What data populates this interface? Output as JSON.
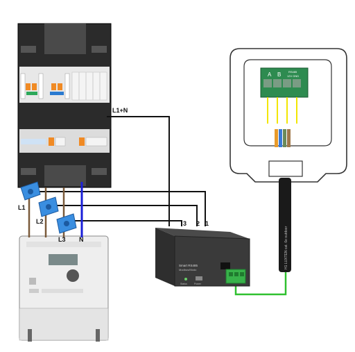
{
  "labels": {
    "supply": "L1+N",
    "phase1": "L1",
    "phase2": "L2",
    "phase3": "L3",
    "neutral": "N",
    "term1": "1",
    "term2": "2",
    "term3": "3"
  },
  "terminal_block": {
    "a": "A",
    "b": "B",
    "top": "RS485",
    "right": "12V GND"
  },
  "cable_text": "H1 LUXTEN cat. 6e outdoor",
  "device_text": {
    "model": "Smart RS485",
    "line2": "Modbus/Modo",
    "status": "Status",
    "power": "Power"
  },
  "colors": {
    "black_wire": "#111111",
    "blue_wire": "#1a1fd8",
    "brown_wire": "#7a5a3a",
    "green_wire": "#2fc02f",
    "yellow_wire": "#f2e600",
    "clamp": "#3a8ee0"
  }
}
